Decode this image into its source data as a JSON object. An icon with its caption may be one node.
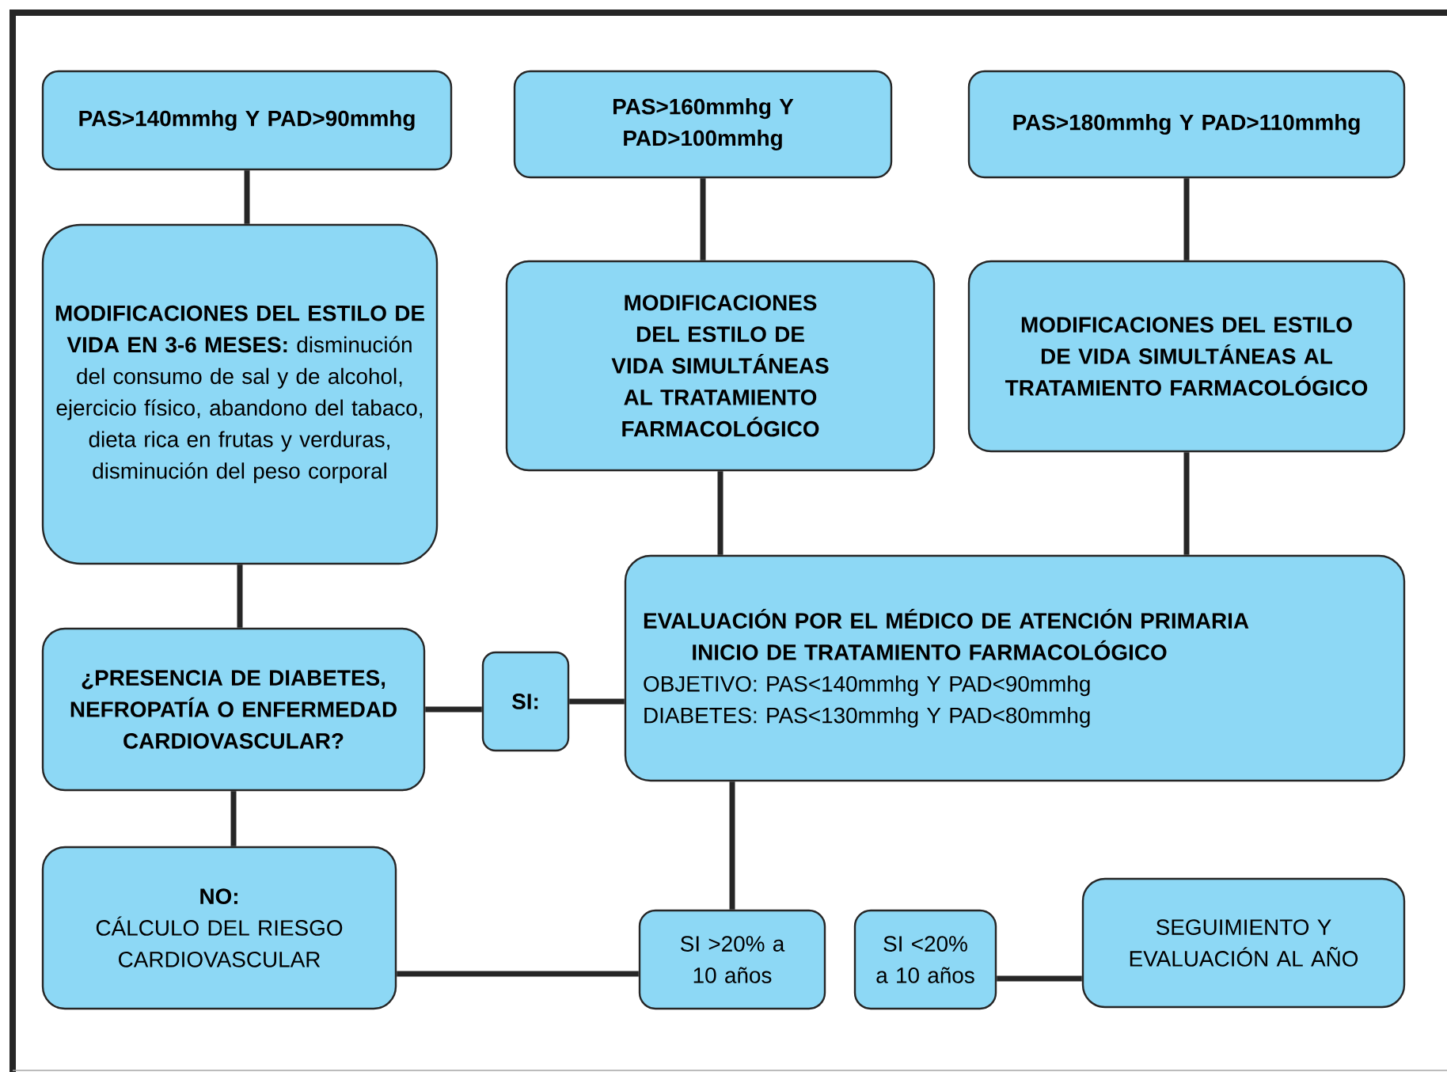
{
  "diagram": {
    "nodes": [
      {
        "text": [
          "PAS>140mmhg Y PAD>90mmhg"
        ]
      },
      {
        "text": [
          "PAS>160mmhg Y PAD>100mmhg"
        ]
      },
      {
        "text": [
          "PAS>180mmhg Y PAD>110mmhg"
        ]
      },
      {
        "text": [
          "**MODIFICACIONES DEL ESTILO DE VIDA EN 3-6 MESES:** disminución del consumo de sal y de alcohol, ejercicio físico, abandono del tabaco, dieta rica en frutas y verduras, disminución del peso corporal"
        ]
      },
      {
        "text": [
          "MODIFICACIONES DEL ESTILO DE VIDA SIMULTÁNEAS AL TRATAMIENTO FARMACOLÓGICO"
        ]
      },
      {
        "text": [
          "MODIFICACIONES DEL ESTILO DE VIDA SIMULTÁNEAS AL TRATAMIENTO FARMACOLÓGICO"
        ]
      },
      {
        "text": [
          "¿PRESENCIA DE DIABETES, NEFROPATÍA O ENFERMEDAD CARDIOVASCULAR?"
        ]
      },
      {
        "text": [
          "SI:"
        ]
      },
      {
        "text": [
          "EVALUACIÓN POR EL MÉDICO DE ATENCIÓN PRIMARIA",
          "INICIO DE TRATAMIENTO FARMACOLÓGICO",
          "OBJETIVO: PAS<140mmhg Y PAD<90mmhg",
          "DIABETES: PAS<130mmhg Y PAD<80mmhg"
        ]
      },
      {
        "text": [
          "NO:",
          "CÁLCULO DEL RIESGO CARDIOVASCULAR"
        ]
      },
      {
        "text": [
          "SI >20% a 10 años"
        ]
      },
      {
        "text": [
          "SI <20% a 10 años"
        ]
      },
      {
        "text": [
          "SEGUIMIENTO Y EVALUACIÓN AL AÑO"
        ]
      }
    ],
    "edges": [
      {
        "from": 0,
        "to": 3,
        "arrow": "none"
      },
      {
        "from": 1,
        "to": 4,
        "arrow": "none"
      },
      {
        "from": 2,
        "to": 5,
        "arrow": "none"
      },
      {
        "from": 3,
        "to": 6,
        "arrow": "none"
      },
      {
        "from": 6,
        "to": 7,
        "arrow": "none"
      },
      {
        "from": 7,
        "to": 8,
        "arrow": "none"
      },
      {
        "from": 4,
        "to": 8,
        "arrow": "none"
      },
      {
        "from": 5,
        "to": 8,
        "arrow": "none"
      },
      {
        "from": 6,
        "to": 9,
        "arrow": "none"
      },
      {
        "from": 9,
        "to": 10,
        "arrow": "none"
      },
      {
        "from": 8,
        "to": 10,
        "arrow": "none"
      },
      {
        "from": 11,
        "to": 12,
        "arrow": "none"
      }
    ]
  }
}
